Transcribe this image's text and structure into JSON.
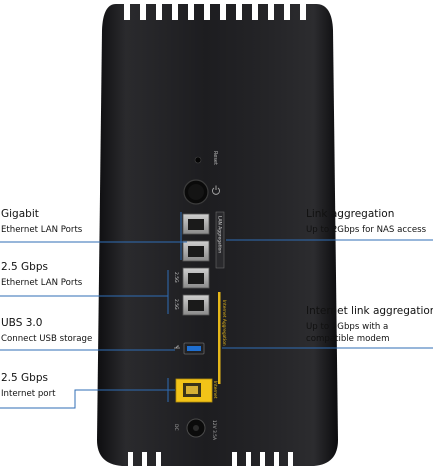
{
  "callouts": {
    "gigabit": {
      "title": "Gigabit",
      "subtitle": "Ethernet LAN Ports"
    },
    "lan25": {
      "title": "2.5 Gbps",
      "subtitle": "Ethernet LAN Ports"
    },
    "usb": {
      "title": "UBS 3.0",
      "subtitle": "Connect USB storage"
    },
    "internet": {
      "title": "2.5 Gbps",
      "subtitle": "Internet port"
    },
    "link_aggregation": {
      "title": "Link aggregation",
      "subtitle": "Up to 2Gbps for NAS access"
    },
    "internet_link_aggregation": {
      "title": "Internet link aggregation",
      "subtitle": "Up to 2Gbps with a compatible modem"
    }
  },
  "device": {
    "reset_label": "Reset",
    "lan_aggregation_label": "LAN Aggregation",
    "internet_aggregation_label": "Internet Aggregation",
    "port_25g_label": "2.5G",
    "internet_label": "Internet",
    "power_label": "12V 3.5A",
    "dc_label": "DC"
  },
  "colors": {
    "device_body": "#1c1c1e",
    "callout_line": "#2f6db5",
    "internet_port": "#f2c318",
    "usb_port": "#1f6fd0"
  }
}
